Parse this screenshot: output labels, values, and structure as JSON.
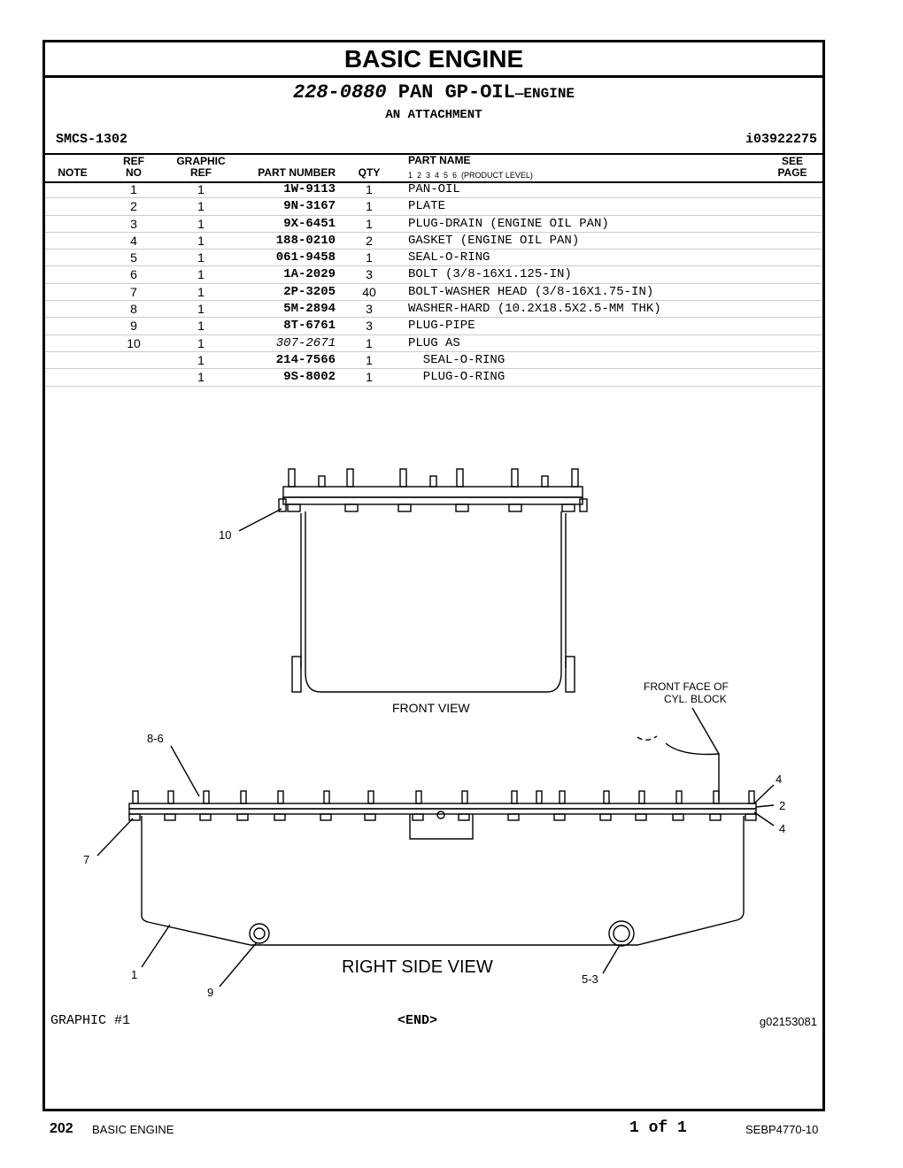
{
  "section_title": "BASIC ENGINE",
  "group": {
    "part_number": "228-0880",
    "name": "PAN GP-OIL",
    "suffix": "—ENGINE",
    "subtitle": "AN ATTACHMENT",
    "smcs": "SMCS-1302",
    "ieid": "i03922275"
  },
  "table": {
    "headers": {
      "note": "NOTE",
      "ref_no": "REF\nNO",
      "graphic_ref": "GRAPHIC\nREF",
      "part_number": "PART NUMBER",
      "qty": "QTY",
      "part_name": "PART NAME",
      "levels": "1  2  3  4  5  6  (PRODUCT LEVEL)",
      "see_page": "SEE\nPAGE"
    },
    "rows": [
      {
        "ref": "1",
        "graphic": "1",
        "pn": "1W-9113",
        "qty": "1",
        "name": "PAN-OIL"
      },
      {
        "ref": "2",
        "graphic": "1",
        "pn": "9N-3167",
        "qty": "1",
        "name": "PLATE"
      },
      {
        "ref": "3",
        "graphic": "1",
        "pn": "9X-6451",
        "qty": "1",
        "name": "PLUG-DRAIN (ENGINE OIL PAN)"
      },
      {
        "ref": "4",
        "graphic": "1",
        "pn": "188-0210",
        "qty": "2",
        "name": "GASKET (ENGINE OIL PAN)"
      },
      {
        "ref": "5",
        "graphic": "1",
        "pn": "061-9458",
        "qty": "1",
        "name": "SEAL-O-RING"
      },
      {
        "ref": "6",
        "graphic": "1",
        "pn": "1A-2029",
        "qty": "3",
        "name": "BOLT (3/8-16X1.125-IN)"
      },
      {
        "ref": "7",
        "graphic": "1",
        "pn": "2P-3205",
        "qty": "40",
        "name": "BOLT-WASHER HEAD (3/8-16X1.75-IN)"
      },
      {
        "ref": "8",
        "graphic": "1",
        "pn": "5M-2894",
        "qty": "3",
        "name": "WASHER-HARD (10.2X18.5X2.5-MM THK)"
      },
      {
        "ref": "9",
        "graphic": "1",
        "pn": "8T-6761",
        "qty": "3",
        "name": "PLUG-PIPE"
      },
      {
        "ref": "10",
        "graphic": "1",
        "pn": "307-2671",
        "qty": "1",
        "name": "PLUG AS",
        "italic": true
      },
      {
        "ref": "",
        "graphic": "1",
        "pn": "214-7566",
        "qty": "1",
        "name": "  SEAL-O-RING"
      },
      {
        "ref": "",
        "graphic": "1",
        "pn": "9S-8002",
        "qty": "1",
        "name": "  PLUG-O-RING"
      }
    ]
  },
  "diagram": {
    "front_view_label": "FRONT VIEW",
    "right_side_view_label": "RIGHT SIDE VIEW",
    "front_face_label_1": "FRONT FACE OF",
    "front_face_label_2": "CYL. BLOCK",
    "callouts": {
      "c10": "10",
      "c8_6": "8-6",
      "c7": "7",
      "c1": "1",
      "c9": "9",
      "c5_3": "5-3",
      "c4a": "4",
      "c2": "2",
      "c4b": "4"
    }
  },
  "graphic_label": "GRAPHIC #1",
  "end_label": "<END>",
  "graphic_number": "g02153081",
  "footer": {
    "page": "202",
    "section": "BASIC ENGINE",
    "page_of": "1 of 1",
    "doc": "SEBP4770-10"
  }
}
